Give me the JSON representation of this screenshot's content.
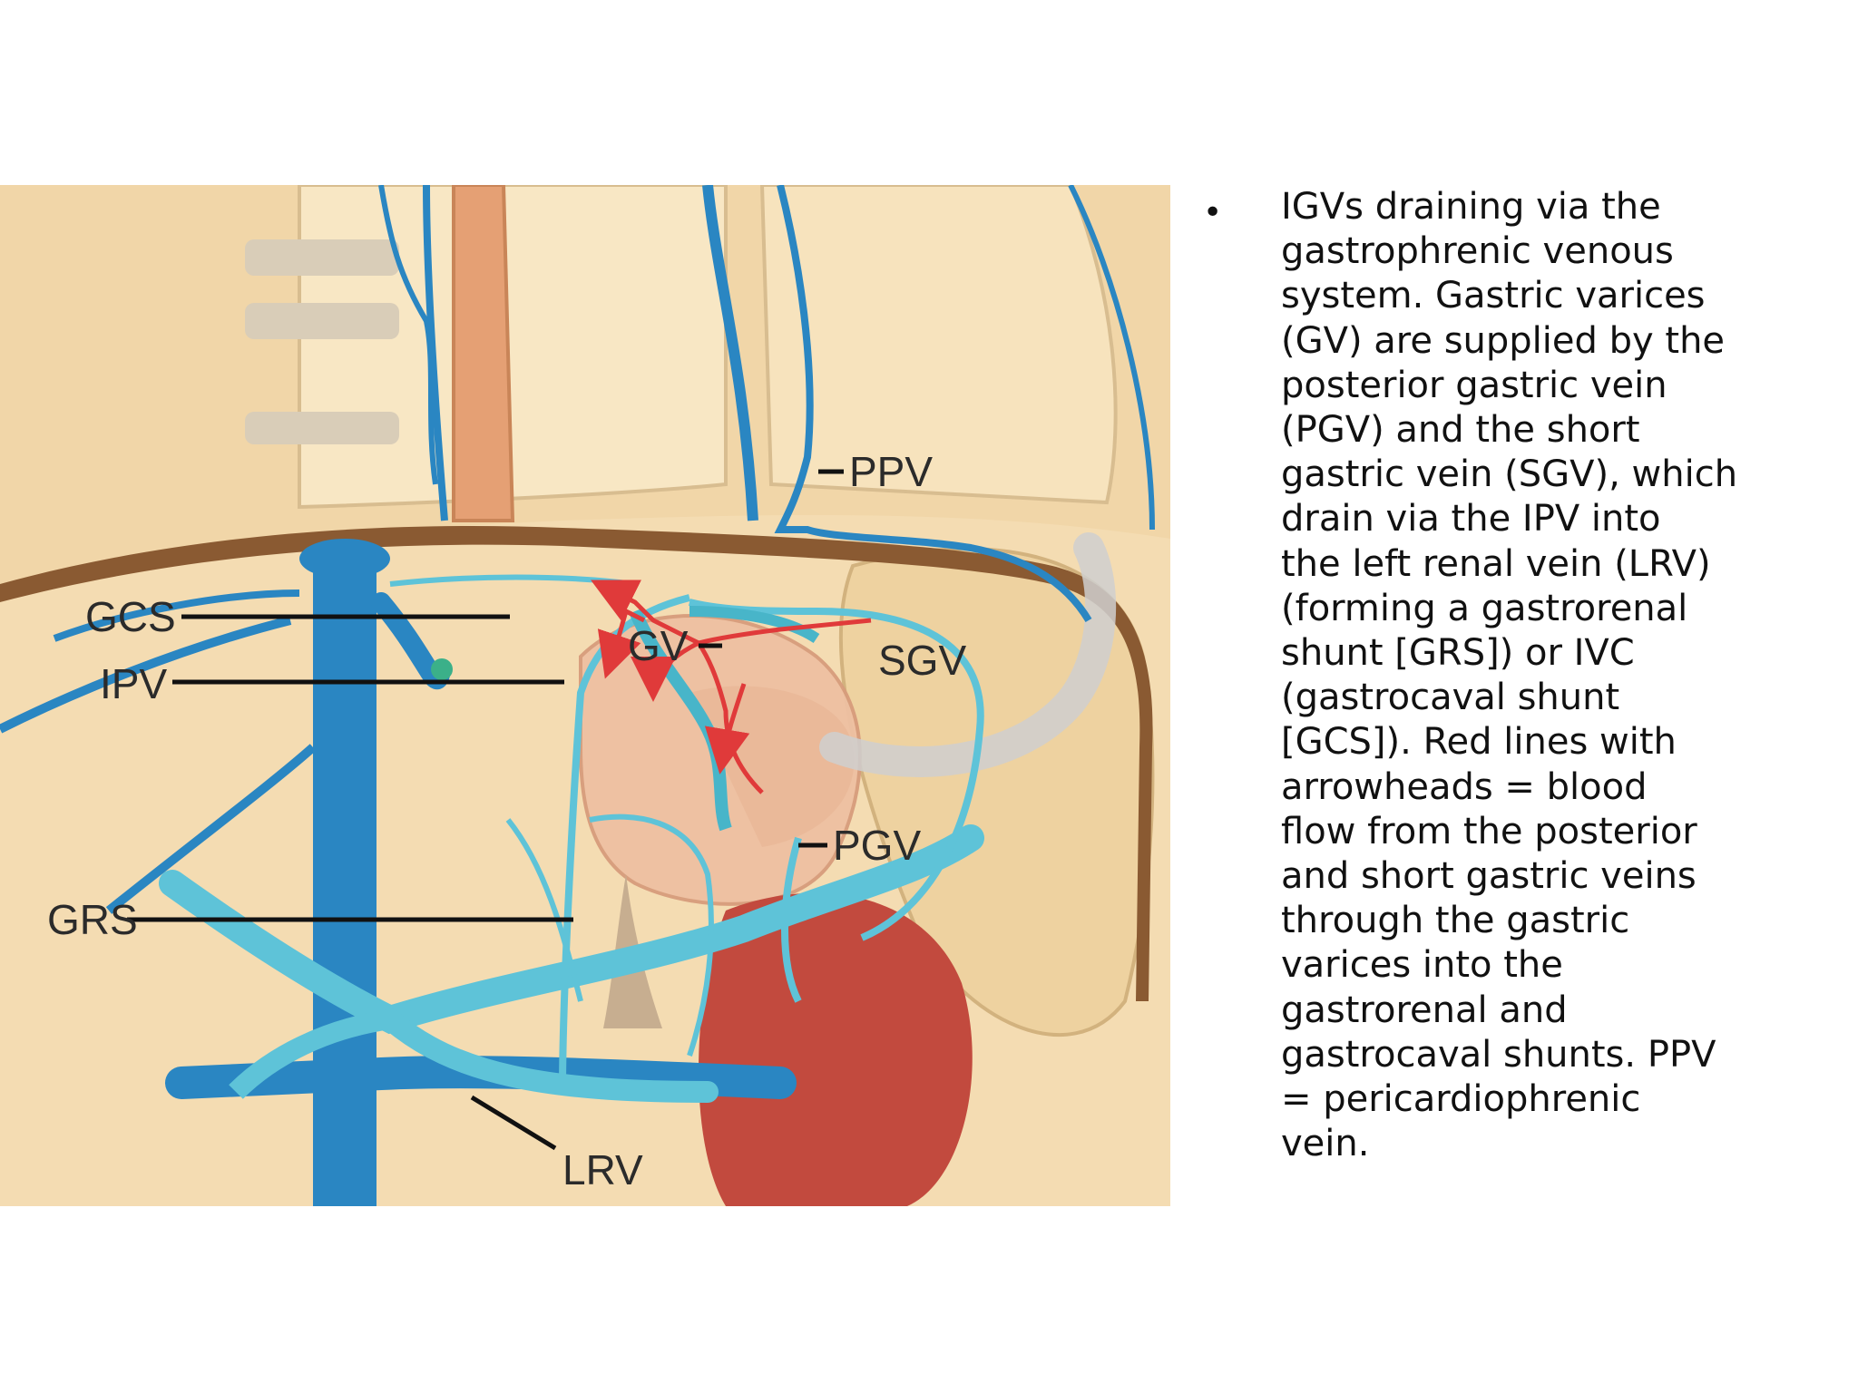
{
  "figure": {
    "labels": {
      "gcs": "GCS",
      "ipv": "IPV",
      "grs": "GRS",
      "gv": "GV",
      "sgv": "SGV",
      "pgv": "PGV",
      "ppv": "PPV",
      "lrv": "LRV"
    },
    "colors": {
      "background_tan": "#f4dcb2",
      "vein_dark": "#2a86c2",
      "vein_light": "#5ec3d8",
      "diaphragm": "#8a5a32",
      "kidney": "#c24a3e",
      "flow_arrow": "#e03a3a",
      "stomach": "#eec0a2"
    }
  },
  "bullet": {
    "marker": "•",
    "text": "IGVs draining via the\ngastrophrenic venous\nsystem. Gastric varices\n(GV) are supplied by the\nposterior gastric vein\n(PGV) and the short\ngastric vein (SGV), which\ndrain via the IPV into\nthe left renal vein (LRV)\n(forming a gastrorenal\nshunt [GRS]) or IVC\n(gastrocaval shunt\n[GCS]). Red lines with\narrowheads = blood\nflow from the posterior\nand short gastric veins\nthrough the gastric\nvarices into the\ngastrorenal and\ngastrocaval shunts. PPV\n= pericardiophrenic\nvein."
  }
}
